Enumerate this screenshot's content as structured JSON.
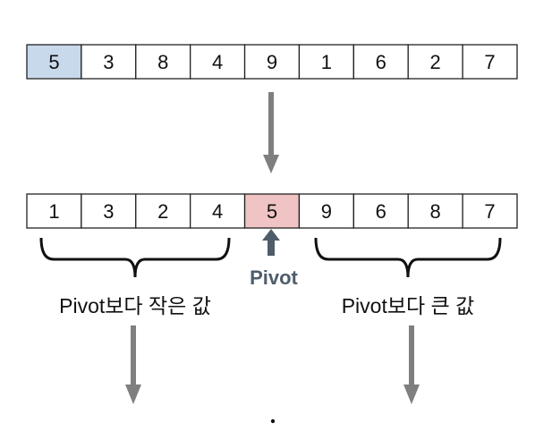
{
  "top_row": {
    "values": [
      "5",
      "3",
      "8",
      "4",
      "9",
      "1",
      "6",
      "2",
      "7"
    ],
    "highlight_index": 0,
    "highlight_color": "#c9d9ec"
  },
  "bottom_row": {
    "values": [
      "1",
      "3",
      "2",
      "4",
      "5",
      "9",
      "6",
      "8",
      "7"
    ],
    "highlight_index": 4,
    "highlight_color": "#f0c4c4"
  },
  "pivot_label": "Pivot",
  "left_group_label": "Pivot보다 작은 값",
  "right_group_label": "Pivot보다 큰 값",
  "continuation_mark": ".",
  "colors": {
    "arrow": "#7f7f7f",
    "pivot_arrow": "#4f5d6a",
    "cell_border": "#222222",
    "bracket": "#111111"
  }
}
